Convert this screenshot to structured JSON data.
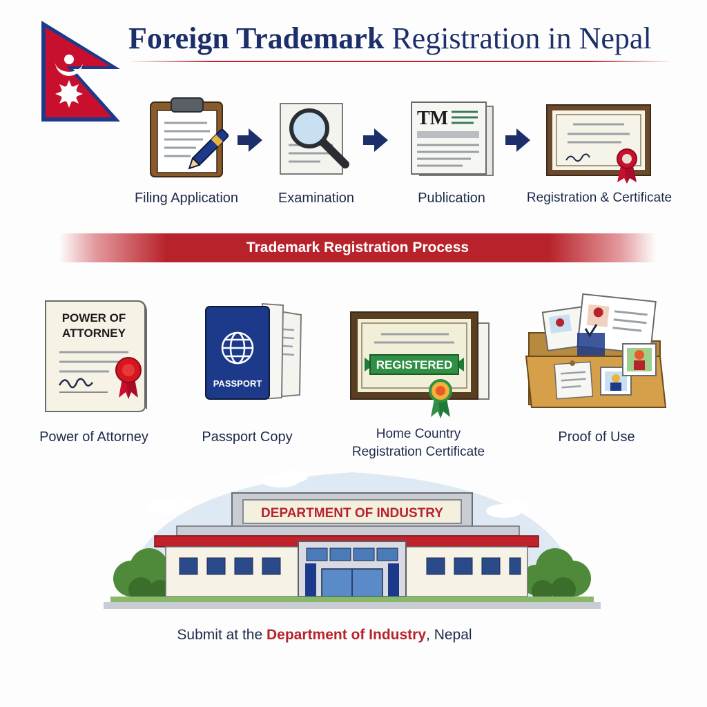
{
  "title": {
    "bold": "Foreign Trademark",
    "rest": " Registration in Nepal"
  },
  "steps": [
    {
      "label": "Filing Application",
      "icon": "clipboard-pen-icon"
    },
    {
      "label": "Examination",
      "icon": "magnifier-document-icon"
    },
    {
      "label": "Publication",
      "icon": "newspaper-tm-icon"
    },
    {
      "label": "Registration & Certificate",
      "icon": "certificate-icon"
    }
  ],
  "banner": {
    "text": "Trademark Registration Process"
  },
  "documents": [
    {
      "label": "Power of Attorney",
      "icon": "power-of-attorney-icon",
      "doc_heading_1": "POWER OF",
      "doc_heading_2": "ATTORNEY"
    },
    {
      "label": "Passport Copy",
      "icon": "passport-icon",
      "cover_text": "PASSPORT"
    },
    {
      "label_line1": "Home Country",
      "label_line2": "Registration Certificate",
      "icon": "registered-certificate-icon",
      "ribbon_text": "REGISTERED"
    },
    {
      "label": "Proof of Use",
      "icon": "folder-photos-icon"
    }
  ],
  "building": {
    "sign": "DEPARTMENT OF INDUSTRY"
  },
  "footer": {
    "before": "Submit at the ",
    "highlight": "Department of Industry",
    "after": ", Nepal"
  },
  "tm_text": "TM",
  "colors": {
    "navy": "#1d2f6b",
    "red": "#b8222b",
    "flag_red": "#c8102e",
    "flag_blue": "#1d3a8a"
  }
}
